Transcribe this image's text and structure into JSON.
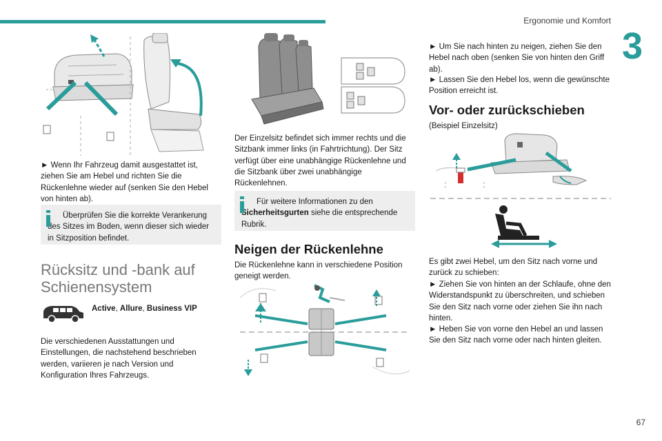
{
  "header": {
    "section_title": "Ergonomie und Komfort",
    "chapter_number": "3",
    "page_number": "67"
  },
  "col1": {
    "step1": "► Wenn Ihr Fahrzeug damit ausgestattet ist, ziehen Sie am Hebel und richten Sie die Rückenlehne wieder auf (senken Sie den Hebel von hinten ab).",
    "note1": "Überprüfen Sie die korrekte Verankerung des Sitzes im Boden, wenn dieser sich wieder in Sitzposition befindet.",
    "heading": "Rücksitz und -bank auf Schienensystem",
    "trim_parts": [
      "Active",
      ", ",
      "Allure",
      ", ",
      "Business VIP"
    ],
    "intro": "Die verschiedenen Ausstattungen und Einstellungen, die nachstehend beschrieben werden, variieren je nach Version und Konfiguration Ihres Fahrzeugs."
  },
  "col2": {
    "para1": "Der Einzelsitz befindet sich immer rechts und die Sitzbank immer links (in Fahrtrichtung). Der Sitz verfügt über eine unabhängige Rückenlehne und die Sitzbank über zwei unabhängige Rückenlehnen.",
    "note_pre": "Für weitere Informationen zu den ",
    "note_bold": "Sicherheitsgurten",
    "note_post": " siehe die entsprechende Rubrik.",
    "heading": "Neigen der Rückenlehne",
    "para2": "Die Rückenlehne kann in verschiedene Position geneigt werden."
  },
  "col3": {
    "step1": "► Um Sie nach hinten zu neigen, ziehen Sie den Hebel nach oben (senken Sie von hinten den Griff ab).",
    "step2": "► Lassen Sie den Hebel los, wenn die gewünschte Position erreicht ist.",
    "heading": "Vor- oder zurückschieben",
    "subtitle": "(Beispiel Einzelsitz)",
    "para1": "Es gibt zwei Hebel, um den Sitz nach vorne und zurück zu schieben:",
    "step3": "► Ziehen Sie von hinten an der Schlaufe, ohne den Widerstandspunkt zu überschreiten, und schieben Sie den Sitz nach vorne oder ziehen Sie ihn nach hinten.",
    "step4": "► Heben Sie von vorne den Hebel an und lassen Sie den Sitz nach vorne oder nach hinten gleiten."
  },
  "colors": {
    "accent": "#2a9d9a",
    "note_bg": "#eeeeee",
    "heading_light": "#777777",
    "warning_red": "#d32f2f"
  }
}
